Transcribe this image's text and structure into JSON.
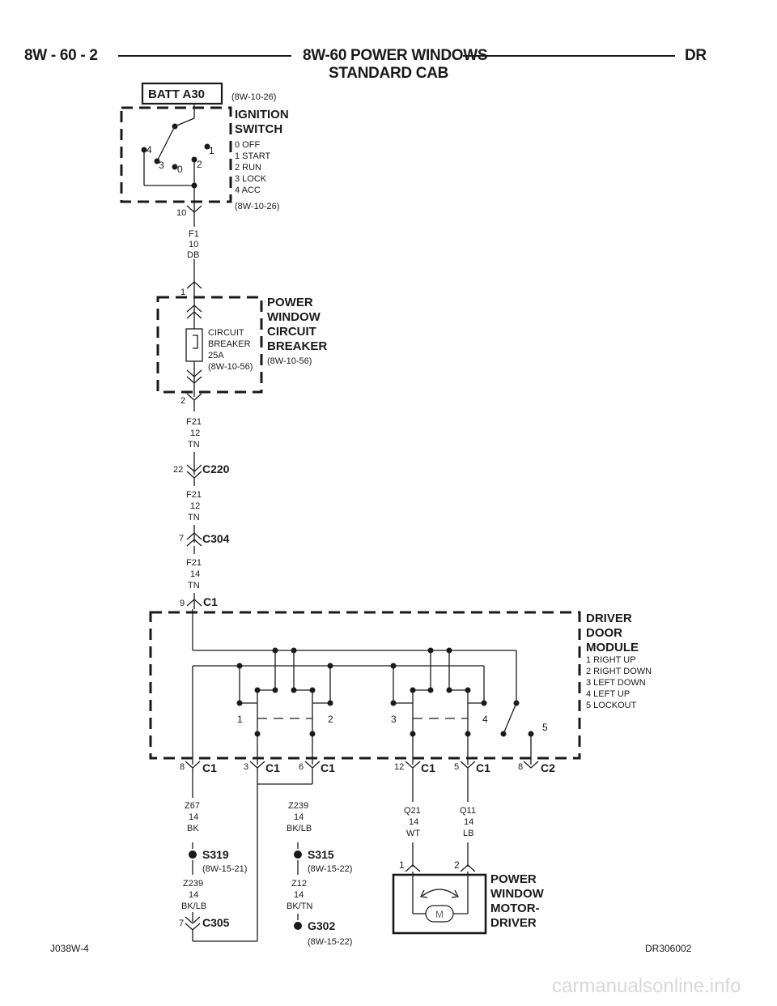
{
  "header": {
    "left": "8W - 60 - 2",
    "center": "8W-60 POWER WINDOWS",
    "center2": "STANDARD CAB",
    "right": "DR"
  },
  "footer": {
    "left": "J038W-4",
    "right": "DR306002"
  },
  "watermark": "carmanualsonline.info",
  "batt": {
    "label": "BATT A30",
    "ref": "(8W-10-26)"
  },
  "ignition": {
    "title1": "IGNITION",
    "title2": "SWITCH",
    "positions": [
      "0 OFF",
      "1 START",
      "2 RUN",
      "3 LOCK",
      "4 ACC"
    ],
    "ref": "(8W-10-26)",
    "pos_marks": [
      "4",
      "3",
      "0",
      "2",
      "1"
    ],
    "pin": "10"
  },
  "wire_f1": {
    "circuit": "F1",
    "gauge": "10",
    "color": "DB"
  },
  "breaker": {
    "title": [
      "POWER",
      "WINDOW",
      "CIRCUIT",
      "BREAKER"
    ],
    "ref": "(8W-10-56)",
    "inner": [
      "CIRCUIT",
      "BREAKER",
      "25A",
      "(8W-10-56)"
    ],
    "pin_in": "1",
    "pin_out": "2"
  },
  "wire_f21a": {
    "circuit": "F21",
    "gauge": "12",
    "color": "TN"
  },
  "c220": {
    "name": "C220",
    "pin": "22"
  },
  "wire_f21b": {
    "circuit": "F21",
    "gauge": "12",
    "color": "TN"
  },
  "c304": {
    "name": "C304",
    "pin": "7"
  },
  "wire_f21c": {
    "circuit": "F21",
    "gauge": "14",
    "color": "TN"
  },
  "module_in": {
    "name": "C1",
    "pin": "9"
  },
  "module": {
    "title": [
      "DRIVER",
      "DOOR",
      "MODULE"
    ],
    "functions": [
      "1 RIGHT UP",
      "2 RIGHT DOWN",
      "3 LEFT DOWN",
      "4 LEFT UP",
      "5 LOCKOUT"
    ],
    "switch_nums": [
      "1",
      "2",
      "3",
      "4",
      "5"
    ]
  },
  "bottom_conn": [
    {
      "pin": "8",
      "name": "C1"
    },
    {
      "pin": "3",
      "name": "C1"
    },
    {
      "pin": "6",
      "name": "C1"
    },
    {
      "pin": "12",
      "name": "C1"
    },
    {
      "pin": "5",
      "name": "C1"
    },
    {
      "pin": "8",
      "name": "C2"
    }
  ],
  "wire_z67": {
    "circuit": "Z67",
    "gauge": "14",
    "color": "BK"
  },
  "s319": {
    "name": "S319",
    "ref": "(8W-15-21)"
  },
  "wire_z239a": {
    "circuit": "Z239",
    "gauge": "14",
    "color": "BK/LB"
  },
  "c305": {
    "name": "C305",
    "pin": "7"
  },
  "wire_z239b": {
    "circuit": "Z239",
    "gauge": "14",
    "color": "BK/LB"
  },
  "s315": {
    "name": "S315",
    "ref": "(8W-15-22)"
  },
  "wire_z12": {
    "circuit": "Z12",
    "gauge": "14",
    "color": "BK/TN"
  },
  "g302": {
    "name": "G302",
    "ref": "(8W-15-22)"
  },
  "wire_q21": {
    "circuit": "Q21",
    "gauge": "14",
    "color": "WT"
  },
  "wire_q11": {
    "circuit": "Q11",
    "gauge": "14",
    "color": "LB"
  },
  "motor": {
    "title": [
      "POWER",
      "WINDOW",
      "MOTOR-",
      "DRIVER"
    ],
    "symbol": "M",
    "pin1": "1",
    "pin2": "2"
  }
}
